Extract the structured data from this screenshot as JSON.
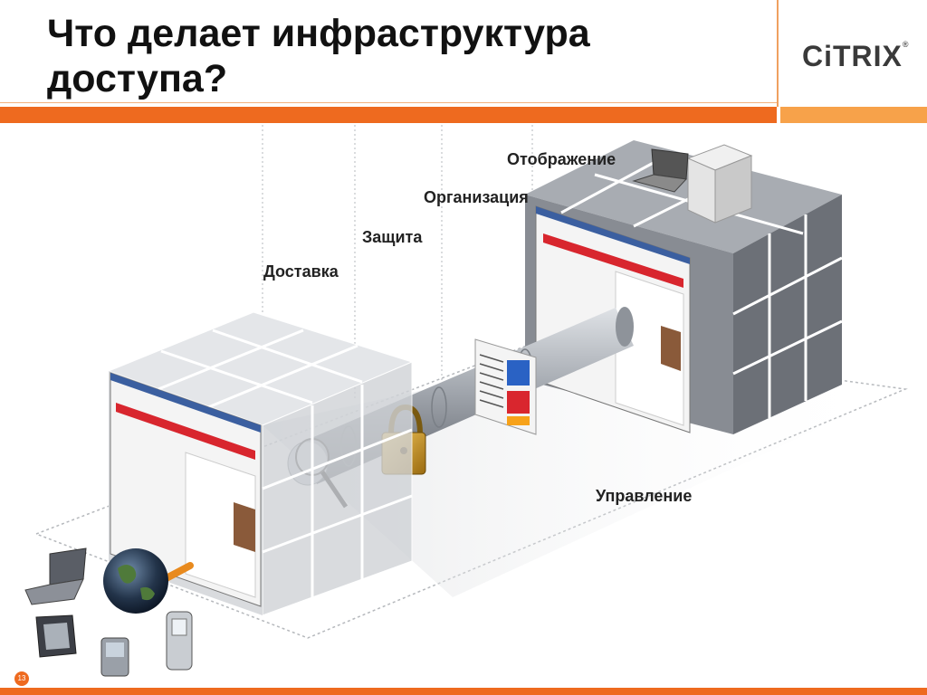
{
  "title": {
    "line1": "Что делает инфраструктура",
    "line2": "доступа?"
  },
  "logo": {
    "text_before": "CiTRI",
    "text_x": "X",
    "registered": "®"
  },
  "labels": {
    "display": "Отображение",
    "organization": "Организация",
    "protection": "Защита",
    "delivery": "Доставка",
    "management": "Управление"
  },
  "page_number": "13",
  "icons": [
    "laptop-icon",
    "tablet-icon",
    "pda-icon",
    "phone-icon",
    "globe-icon",
    "padlock-icon",
    "magnifier-icon",
    "server-icon",
    "document-icon"
  ],
  "colors": {
    "accent": "#ee6a1f",
    "accent_light": "#f7a24a",
    "cube": "#8a8e95"
  }
}
